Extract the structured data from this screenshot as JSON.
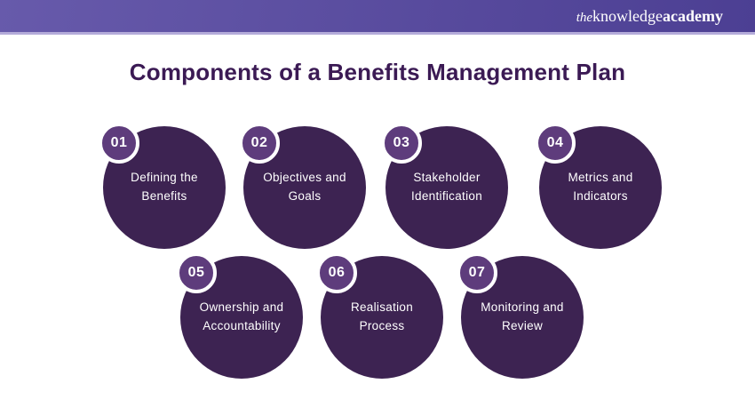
{
  "header": {
    "logo": {
      "the": "the",
      "knowledge": "knowledge",
      "academy": "academy"
    }
  },
  "title": "Components of a Benefits Management Plan",
  "components": [
    {
      "number": "01",
      "label": "Defining the Benefits"
    },
    {
      "number": "02",
      "label": "Objectives and Goals"
    },
    {
      "number": "03",
      "label": "Stakeholder Identification"
    },
    {
      "number": "04",
      "label": "Metrics and Indicators"
    },
    {
      "number": "05",
      "label": "Ownership and Accountability"
    },
    {
      "number": "06",
      "label": "Realisation Process"
    },
    {
      "number": "07",
      "label": "Monitoring and Review"
    }
  ],
  "colors": {
    "background": "#ffffff",
    "header_gradient_start": "#675aab",
    "header_gradient_end": "#4c3f93",
    "header_stripe": "#b4abd9",
    "title_text": "#3b1a54",
    "circle_fill": "#3d2352",
    "badge_fill": "#5e3c7c",
    "circle_text": "#ffffff"
  }
}
